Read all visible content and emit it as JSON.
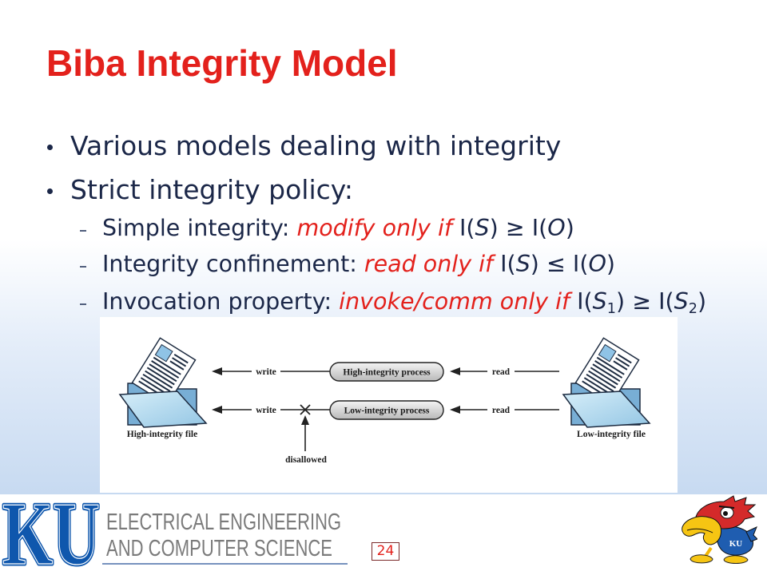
{
  "slide": {
    "title": "Biba Integrity Model",
    "bullets": [
      {
        "text": "Various models dealing with integrity"
      },
      {
        "text": "Strict integrity policy:"
      }
    ],
    "rules": [
      {
        "label": "Simple integrity:",
        "condition": "modify only if",
        "func": "I(",
        "close": ")",
        "left": "S",
        "op": "≥",
        "right": "O"
      },
      {
        "label": "Integrity confinement:",
        "condition": "read only if",
        "func": "I(",
        "close": ")",
        "left": "S",
        "op": "≤",
        "right": "O"
      },
      {
        "label": "Invocation property:",
        "condition": "invoke/comm only if",
        "func": "I(",
        "close": ")",
        "left": "S",
        "left_sub": "1",
        "op": "≥",
        "right": "S",
        "right_sub": "2"
      }
    ]
  },
  "diagram": {
    "left_file_label": "High-integrity file",
    "right_file_label": "Low-integrity file",
    "rows": [
      {
        "process": "High-integrity process",
        "left_arrow_label": "write",
        "right_arrow_label": "read"
      },
      {
        "process": "Low-integrity process",
        "left_arrow_label": "write",
        "right_arrow_label": "read"
      }
    ],
    "blocked_label": "disallowed"
  },
  "footer": {
    "logo_letters": "KU",
    "dept_line1": "ELECTRICAL ENGINEERING",
    "dept_line2": "AND COMPUTER SCIENCE",
    "page_number": "24"
  },
  "colors": {
    "title": "#e3211c",
    "body_text": "#1b2748",
    "emphasis": "#e3211c",
    "ku_blue": "#0f57ad",
    "footer_gray": "#7b7b7b",
    "jayhawk_red": "#d42a2a",
    "jayhawk_yellow": "#f6c513"
  }
}
